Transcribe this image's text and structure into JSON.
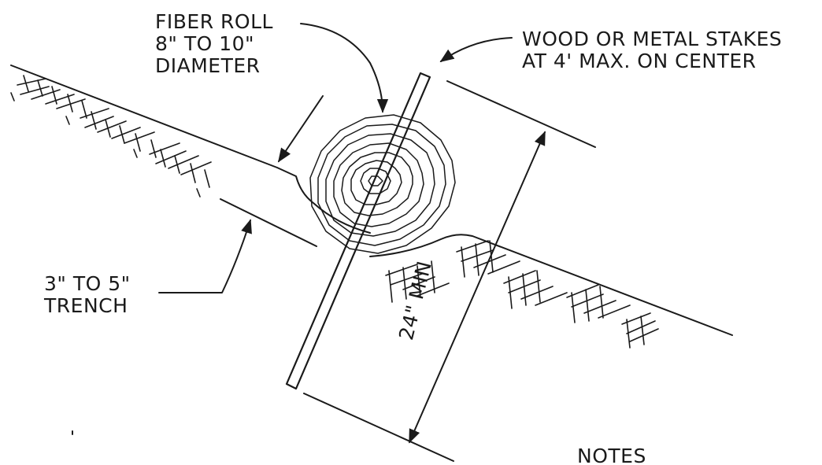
{
  "diagram": {
    "labels": {
      "fiber_roll": [
        "FIBER ROLL",
        "8\" TO 10\"",
        "DIAMETER"
      ],
      "stakes": [
        "WOOD OR METAL STAKES",
        "AT 4' MAX. ON CENTER"
      ],
      "trench": [
        "3\" TO 5\"",
        "TRENCH"
      ],
      "dimension": "24\" MIN",
      "notes": "NOTES"
    },
    "colors": {
      "line": "#1a1a1a",
      "background": "#ffffff"
    }
  }
}
